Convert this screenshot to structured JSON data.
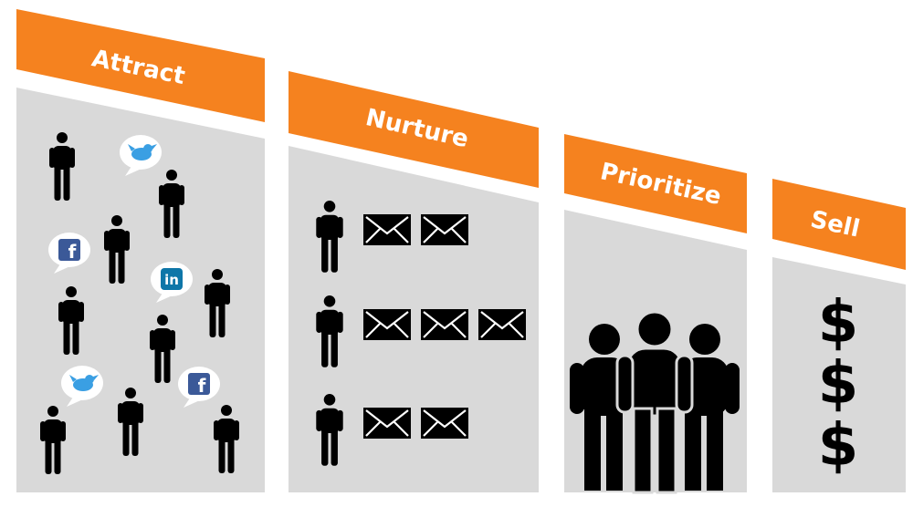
{
  "stages": [
    {
      "label": "Attract"
    },
    {
      "label": "Nurture"
    },
    {
      "label": "Prioritize"
    },
    {
      "label": "Sell"
    }
  ],
  "icons": {
    "twitter": "twitter-icon",
    "facebook": "facebook-icon",
    "facebook_glyph": "f",
    "linkedin": "linkedin-icon",
    "linkedin_glyph": "in",
    "email": "envelope-icon",
    "person": "person-icon",
    "group": "group-icon"
  },
  "nurture_rows": [
    {
      "emails": 2
    },
    {
      "emails": 3
    },
    {
      "emails": 2
    }
  ],
  "sell": {
    "symbols": [
      "$",
      "$",
      "$"
    ]
  },
  "colors": {
    "banner": "#F5821F",
    "panel": "#D9D9D9",
    "figure": "#000000",
    "bubble": "#FFFFFF",
    "twitter": "#3A9FE3",
    "facebook": "#3B5998",
    "linkedin": "#0E76A8"
  }
}
